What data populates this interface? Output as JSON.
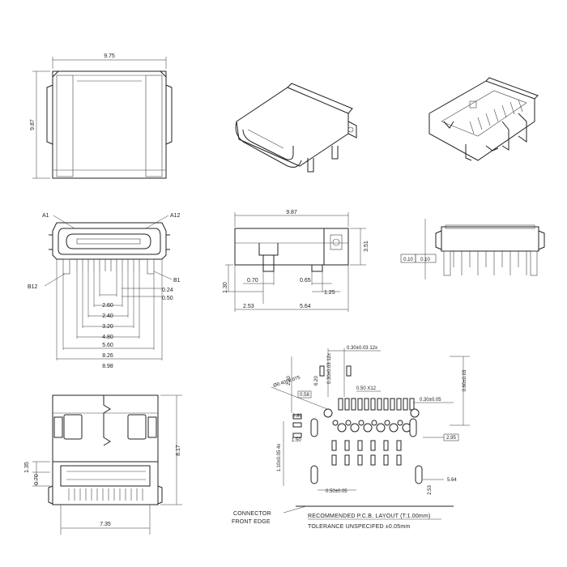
{
  "top_view": {
    "width_dim": "9.75",
    "height_dim": "9.87"
  },
  "front_view": {
    "label_a1": "A1",
    "label_a12": "A12",
    "label_b12": "B12",
    "label_b1": "B1",
    "dims": [
      "0.24",
      "0.50",
      "2.60",
      "2.40",
      "3.20",
      "4.80",
      "5.60",
      "8.26",
      "8.98"
    ]
  },
  "side_view": {
    "length_dim": "9.87",
    "height_dim": "3.51",
    "dims": [
      "1.30",
      "0.70",
      "0.65",
      "1.25",
      "2.53",
      "5.64"
    ]
  },
  "pin_view": {
    "tag_a": "0.10",
    "tag_b": "0.10"
  },
  "bottom_view": {
    "dims": [
      "1.35",
      "0.70",
      "8.17",
      "7.35"
    ]
  },
  "pcb_layout": {
    "dims": [
      "0.30±0.03 12x",
      "0.50 X12",
      "0.30±0.05",
      "0.30±0.03 12x",
      "Ø0.40±0.075",
      "0.58",
      "0.80",
      "1.50",
      "1.10±0.05 4x",
      "2.95",
      "5.64",
      "2.53",
      "0.50±0.05",
      "0.60±0.03",
      "2.20",
      "6.20"
    ],
    "connector_label_1": "CONNECTOR",
    "connector_label_2": "FRONT EDGE",
    "recommended": "RECOMMENDED  P.C.B. LAYOUT (T:1.00mm)",
    "tolerance": "TOLERANCE  UNSPECIFED  ±0.05mm"
  }
}
